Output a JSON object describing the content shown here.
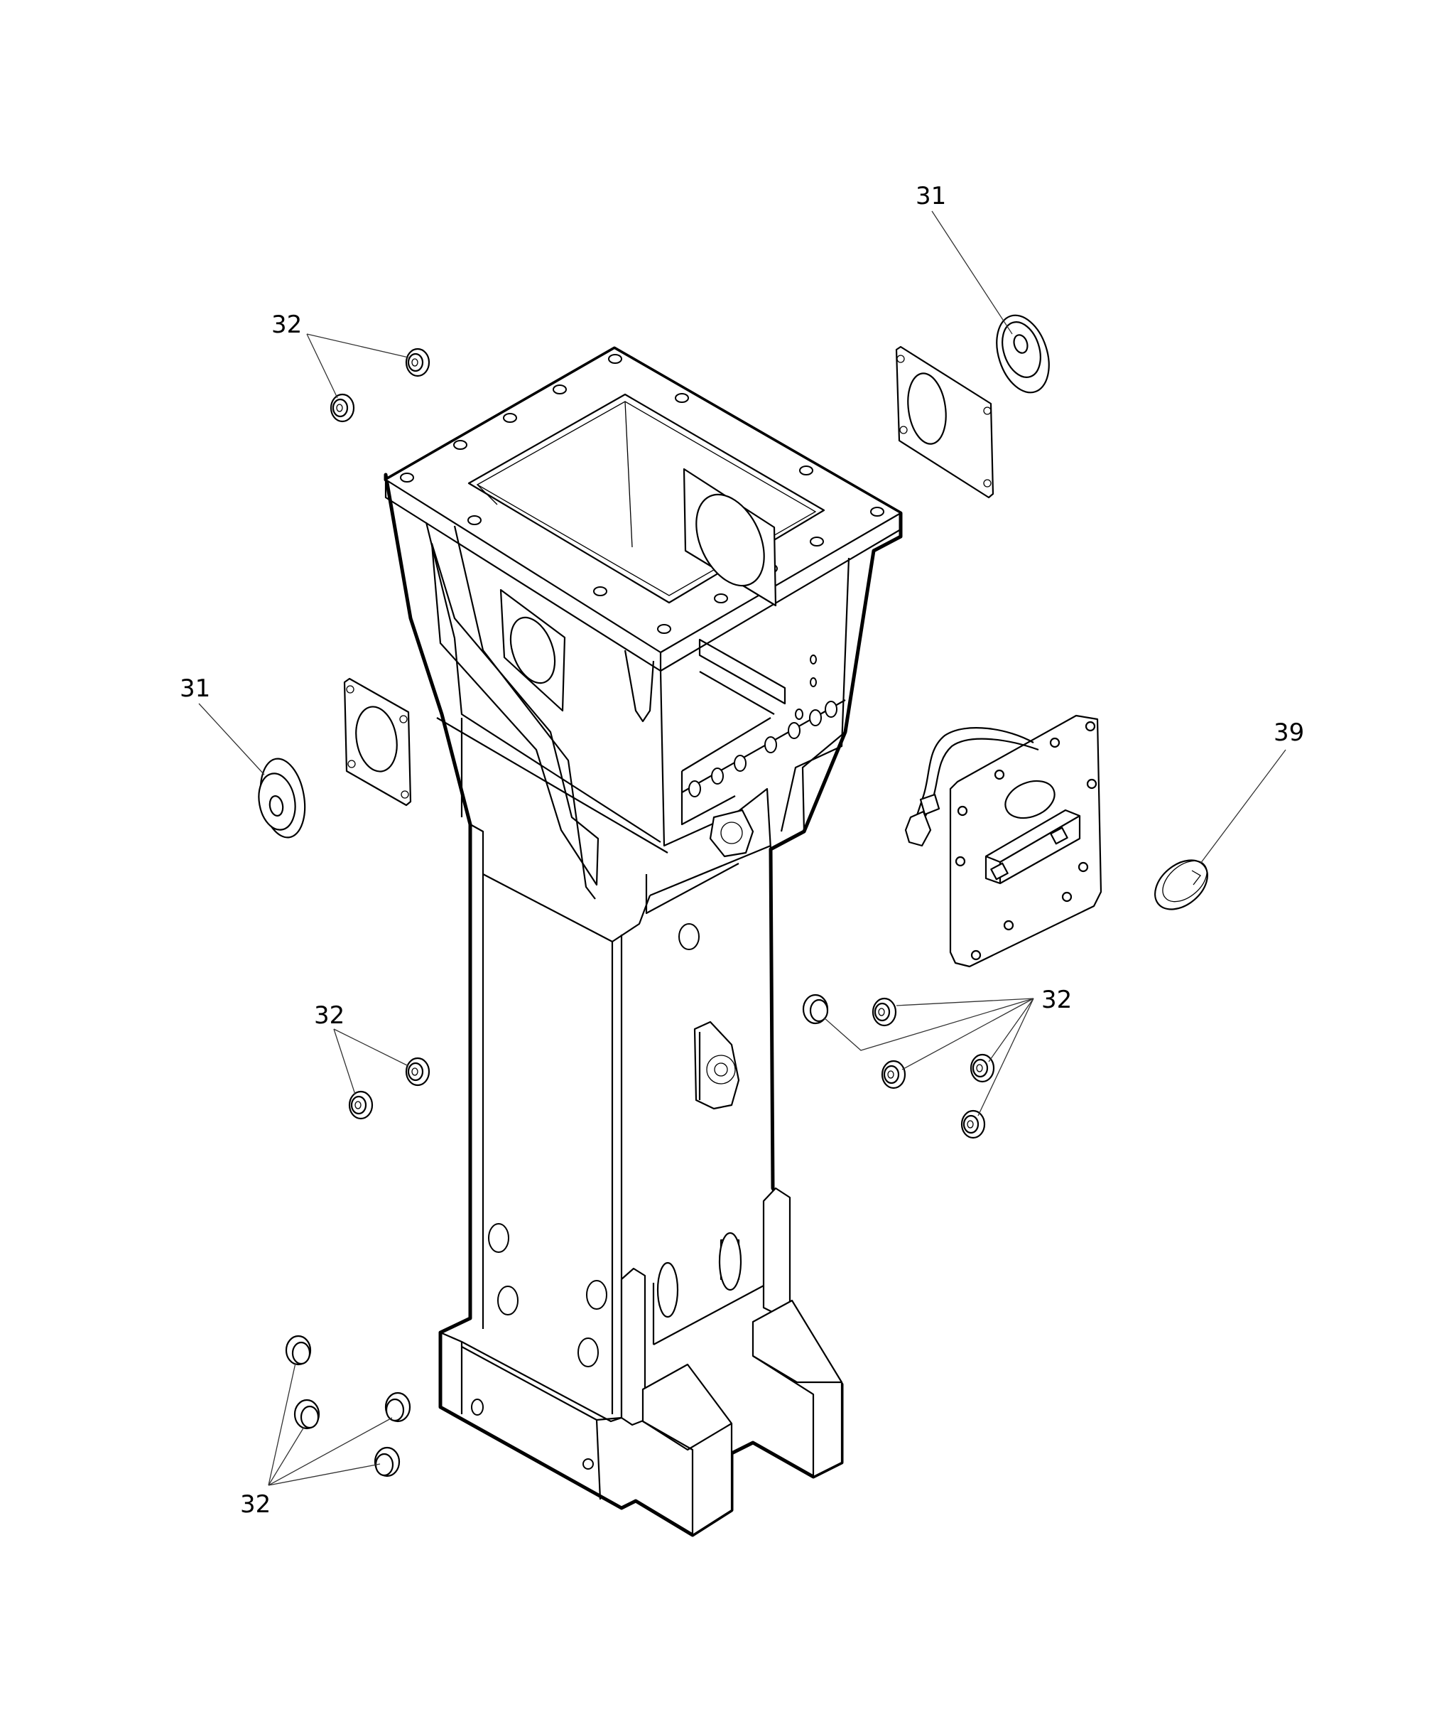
{
  "diagram": {
    "kind": "exploded parts drawing",
    "callouts": {
      "top_right_31": "31",
      "top_left_32": "32",
      "left_31": "31",
      "right_39": "39",
      "right_32": "32",
      "mid_left_32": "32",
      "bottom_left_32": "32"
    },
    "parts": [
      "housing",
      "upper-flange-plate",
      "gasket-plate",
      "side-plug",
      "sensor-mount-plate",
      "cap",
      "grommet"
    ]
  }
}
